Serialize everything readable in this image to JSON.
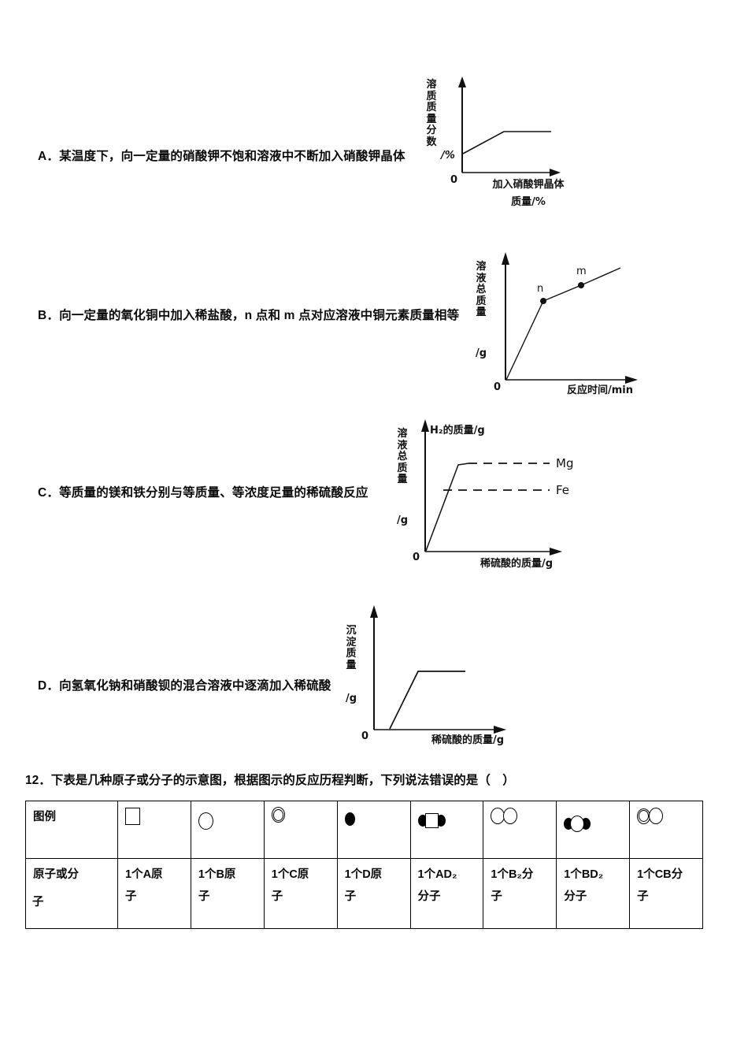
{
  "document": {
    "title": "化学选择题 选项A-D 及第12题",
    "ink_color": "#000000"
  },
  "options": [
    {
      "id": "A",
      "text": "A．某温度下，向一定量的硝酸钾不饱和溶液中不断加入硝酸钾晶体"
    },
    {
      "id": "B",
      "text": "B．向一定量的氧化铜中加入稀盐酸，n 点和 m 点对应溶液中铜元素质量相等"
    },
    {
      "id": "C",
      "text": "C．等质量的镁和铁分别与等质量、等浓度足量的稀硫酸反应"
    },
    {
      "id": "D",
      "text": "D．向氢氧化钠和硝酸钡的混合溶液中逐滴加入稀硫酸"
    }
  ],
  "figures": [
    {
      "id": "figure-a",
      "ylabel_chars": [
        "溶",
        "质",
        "质",
        "量",
        "分",
        "数"
      ],
      "yunit": "/%",
      "origin_label": "0",
      "xlabel_line1": "加入硝酸钾晶体",
      "xlabel_line2": "质量/%"
    },
    {
      "id": "figure-b",
      "ylabel_chars": [
        "溶",
        "液",
        "总",
        "质",
        "量"
      ],
      "yunit": "/g",
      "origin_label": "0",
      "xlabel": "反应时间/min",
      "points": [
        {
          "label": "n"
        },
        {
          "label": "m"
        }
      ]
    },
    {
      "id": "figure-c",
      "ylabel_chars": [
        "溶",
        "液",
        "总",
        "质",
        "量"
      ],
      "yunit": "/g",
      "origin_label": "0",
      "top_label": "H₂的质量/g",
      "xlabel": "稀硫酸的质量/g",
      "series": [
        {
          "label": "Mg"
        },
        {
          "label": "Fe"
        }
      ]
    },
    {
      "id": "figure-d",
      "ylabel_chars": [
        "沉",
        "淀",
        "质",
        "量"
      ],
      "yunit": "/g",
      "origin_label": "0",
      "xlabel": "稀硫酸的质量/g"
    }
  ],
  "chart_data": [
    {
      "type": "line",
      "id": "A",
      "title": "溶质质量分数 vs 加入硝酸钾晶体质量",
      "xlabel": "加入硝酸钾晶体质量/%",
      "ylabel": "溶质质量分数/%",
      "x": [
        0,
        46,
        100
      ],
      "y": [
        22,
        52,
        52
      ],
      "xlim": [
        0,
        100
      ],
      "ylim": [
        0,
        100
      ],
      "grid": false,
      "legend": "none",
      "annotations": [
        "0"
      ]
    },
    {
      "type": "line",
      "id": "B",
      "title": "溶液总质量 vs 反应时间",
      "xlabel": "反应时间/min",
      "ylabel": "溶液总质量/g",
      "x": [
        0,
        38,
        63,
        100
      ],
      "y": [
        0,
        62,
        72,
        88
      ],
      "xlim": [
        0,
        100
      ],
      "ylim": [
        0,
        100
      ],
      "grid": false,
      "legend": "none",
      "annotations": [
        "n at x=38, y=62",
        "m at x=63, y=72"
      ]
    },
    {
      "type": "line",
      "id": "C",
      "title": "溶液总质量 vs 稀硫酸的质量",
      "xlabel": "稀硫酸的质量/g",
      "ylabel": "溶液总质量/g",
      "series": [
        {
          "name": "Mg",
          "x": [
            0,
            27,
            100
          ],
          "y": [
            0,
            72,
            72
          ],
          "style": "solid-then-dashed"
        },
        {
          "name": "Fe",
          "x": [
            20,
            100
          ],
          "y": [
            50,
            50
          ],
          "style": "dashed"
        }
      ],
      "xlim": [
        0,
        100
      ],
      "ylim": [
        0,
        100
      ],
      "grid": false,
      "legend": "right-of-lines",
      "annotations": [
        "H₂的质量/g",
        "0"
      ]
    },
    {
      "type": "line",
      "id": "D",
      "title": "沉淀质量 vs 稀硫酸的质量",
      "xlabel": "稀硫酸的质量/g",
      "ylabel": "沉淀质量/g",
      "x": [
        0,
        22,
        45,
        85
      ],
      "y": [
        0,
        0,
        58,
        58
      ],
      "xlim": [
        0,
        100
      ],
      "ylim": [
        0,
        100
      ],
      "grid": false,
      "legend": "none",
      "annotations": [
        "0"
      ]
    }
  ],
  "question12": {
    "stem": "12．下表是几种原子或分子的示意图，根据图示的反应历程判断，下列说法错误的是（　）",
    "table": {
      "row_headers": [
        "图例",
        "原子或分子"
      ],
      "columns": [
        {
          "glyph": "square-open",
          "desc_line1": "1个A原",
          "desc_line2": "子",
          "full": "1个A原子"
        },
        {
          "glyph": "circle-open",
          "desc_line1": "1个B原",
          "desc_line2": "子",
          "full": "1个B原子"
        },
        {
          "glyph": "circle-double",
          "desc_line1": "1个C原",
          "desc_line2": "子",
          "full": "1个C原子"
        },
        {
          "glyph": "circle-filled",
          "desc_line1": "1个D原",
          "desc_line2": "子",
          "full": "1个D原子"
        },
        {
          "glyph": "dot-square-dot",
          "desc_line1": "1个AD₂",
          "desc_line2": "分子",
          "full": "1个AD₂分子"
        },
        {
          "glyph": "circle-circle-open",
          "desc_line1": "1个B₂分",
          "desc_line2": "子",
          "full": "1个B₂分子"
        },
        {
          "glyph": "dot-circle-dot",
          "desc_line1": "1个BD₂",
          "desc_line2": "分子",
          "full": "1个BD₂分子"
        },
        {
          "glyph": "double-circle-circle",
          "desc_line1": "1个CB分",
          "desc_line2": "子",
          "full": "1个CB分子"
        }
      ]
    }
  }
}
